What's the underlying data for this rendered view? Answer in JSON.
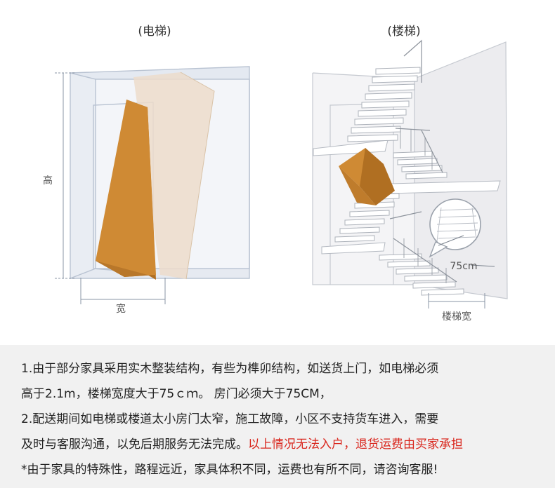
{
  "diagram": {
    "elevator_title": "(电梯)",
    "stairs_title": "(楼梯)",
    "height_label": "高",
    "width_label": "宽",
    "gap_label": "75cm",
    "stair_width_label": "楼梯宽"
  },
  "notes": {
    "line1": "1.由于部分家具采用实木整装结构，有些为榫卯结构，如送货上门，如电梯必须",
    "line2": "高于2.1m，楼梯宽度大于75ｃｍ。 房门必须大于75CM，",
    "line3": "2.配送期间如电梯或楼道太小房门太窄，施工故障，小区不支持货车进入，需要",
    "line4_normal": "及时与客服沟通，以免后期服务无法完成。",
    "line4_red": "以上情况无法入户，退货运费由买家承担",
    "line5": "*由于家具的特殊性，路程远近，家具体积不同，运费也有所不同，请咨询客服!"
  },
  "colors": {
    "box_orange": "#cf8a34",
    "box_shadow": "#b06f22",
    "ghost_box": "#ecdccb",
    "glass_line": "#b9c3d2",
    "warning_red": "#d9251c",
    "panel_bg": "#f1f1f1"
  }
}
